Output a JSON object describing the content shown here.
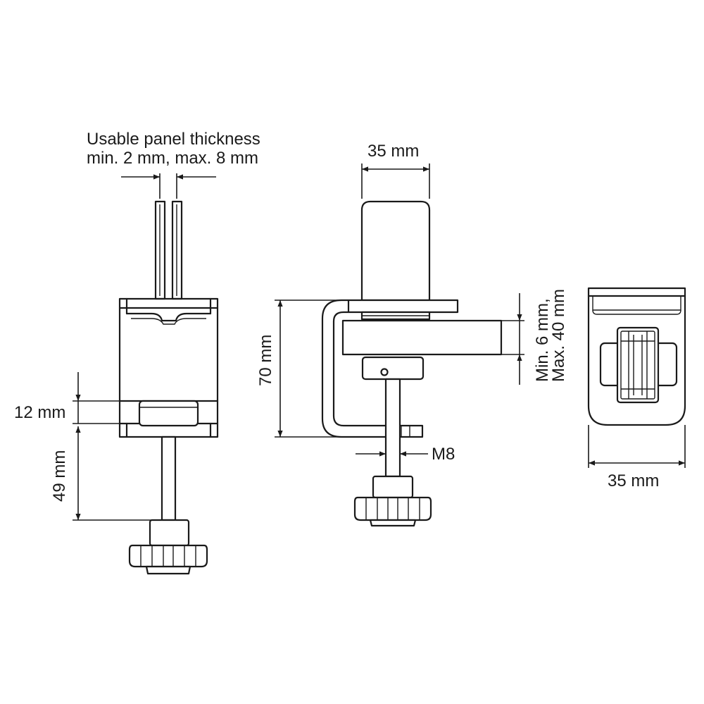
{
  "labels": {
    "panel_thickness_line1": "Usable panel thickness",
    "panel_thickness_line2": "min. 2 mm, max. 8 mm",
    "dim_12": "12 mm",
    "dim_49": "49 mm",
    "dim_35_top": "35 mm",
    "dim_70": "70 mm",
    "dim_minmax_line1": "Min. 6 mm,",
    "dim_minmax_line2": "Max. 40 mm",
    "dim_m8": "M8",
    "dim_35_right": "35 mm"
  },
  "colors": {
    "line": "#1a1a1a",
    "background": "#ffffff"
  }
}
